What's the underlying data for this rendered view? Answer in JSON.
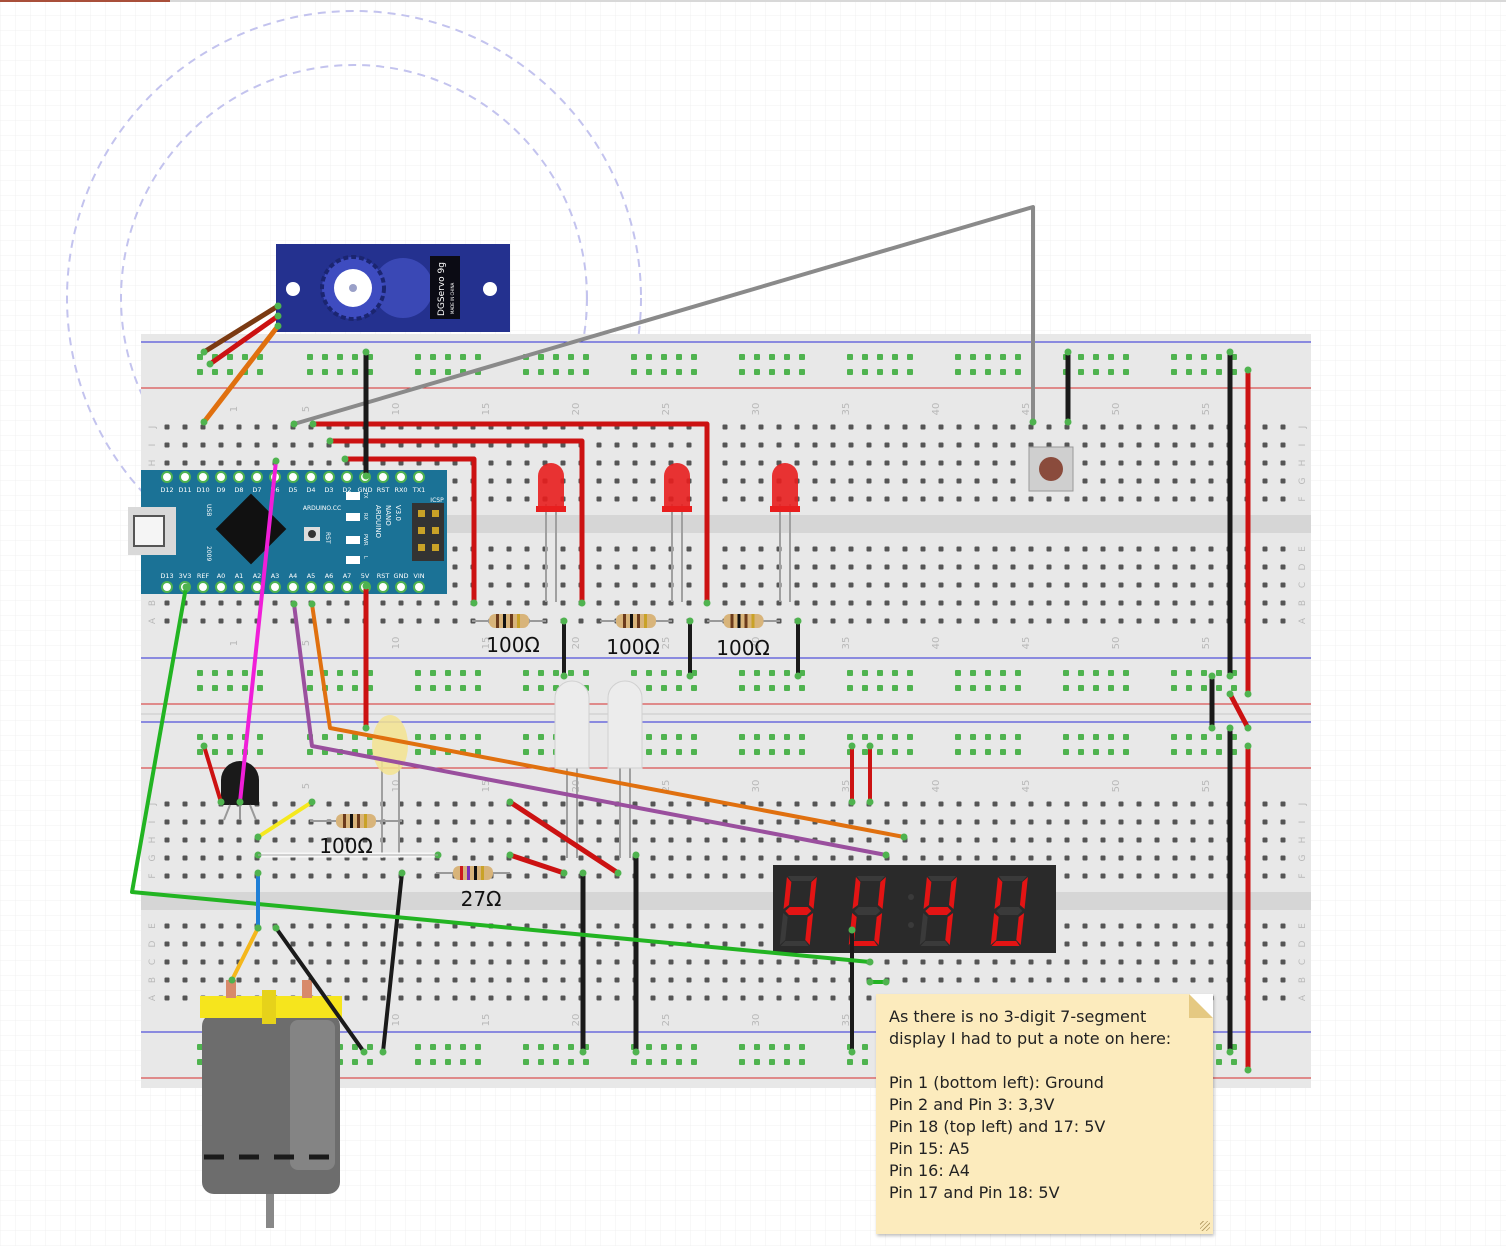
{
  "servo": {
    "brand": "DGServo 9g",
    "origin": "MADE IN CHINA"
  },
  "arduino": {
    "model_lines": [
      "ARDUINO",
      "NANO",
      "V3.0"
    ],
    "site": "ARDUINO.CC",
    "top_pins": [
      "D12",
      "D11",
      "D10",
      "D9",
      "D8",
      "D7",
      "D6",
      "D5",
      "D4",
      "D3",
      "D2",
      "GND",
      "RST",
      "RX0",
      "TX1"
    ],
    "bottom_pins": [
      "D13",
      "3V3",
      "REF",
      "A0",
      "A1",
      "A2",
      "A3",
      "A4",
      "A5",
      "A6",
      "A7",
      "5V",
      "RST",
      "GND",
      "VIN"
    ],
    "labels": {
      "usb": "USB",
      "year": "2009",
      "rst": "RST",
      "icsp": "ICSP",
      "tx": "TX",
      "rx": "RX",
      "pwr": "PWR",
      "l": "L"
    }
  },
  "breadboards": [
    {
      "column_numbers": [
        "1",
        "5",
        "10",
        "15",
        "20",
        "25",
        "30",
        "35",
        "40",
        "45",
        "50",
        "55"
      ],
      "top_row_letters": [
        "J",
        "I",
        "H",
        "G",
        "F"
      ],
      "bottom_row_letters": [
        "E",
        "D",
        "C",
        "B",
        "A"
      ]
    },
    {
      "column_numbers": [
        "1",
        "5",
        "10",
        "15",
        "20",
        "25",
        "30",
        "35",
        "40",
        "45",
        "50",
        "55"
      ],
      "top_row_letters": [
        "J",
        "I",
        "H",
        "G",
        "F"
      ],
      "bottom_row_letters": [
        "E",
        "D",
        "C",
        "B",
        "A"
      ]
    }
  ],
  "resistor_labels": [
    "100Ω",
    "100Ω",
    "100Ω",
    "100Ω",
    "27Ω"
  ],
  "display_digits": [
    "4",
    "U",
    "4",
    "U"
  ],
  "note": {
    "lines": [
      "As there is no 3-digit 7-segment",
      "display I had to put a note on here:",
      "",
      "Pin 1 (bottom left): Ground",
      "Pin 2 and Pin 3: 3,3V",
      "Pin 18 (top left) and 17: 5V",
      "Pin 15: A5",
      "Pin 16: A4",
      "Pin 17 and Pin 18: 5V"
    ]
  },
  "colors": {
    "wire_red": "#cc1212",
    "wire_black": "#1a1a1a",
    "wire_green": "#22b422",
    "wire_gray": "#8a8a8a",
    "wire_orange": "#e0700f",
    "wire_purple": "#9a4f9e",
    "wire_magenta": "#f01ed8",
    "wire_yellow": "#f5e81e",
    "wire_blue": "#1f7fd6",
    "servo_blue": "#24318f",
    "arduino_teal": "#1b7296",
    "display_red": "#e31414",
    "motor_yellow": "#f6e51d",
    "breadboard": "#e8e8e8"
  }
}
